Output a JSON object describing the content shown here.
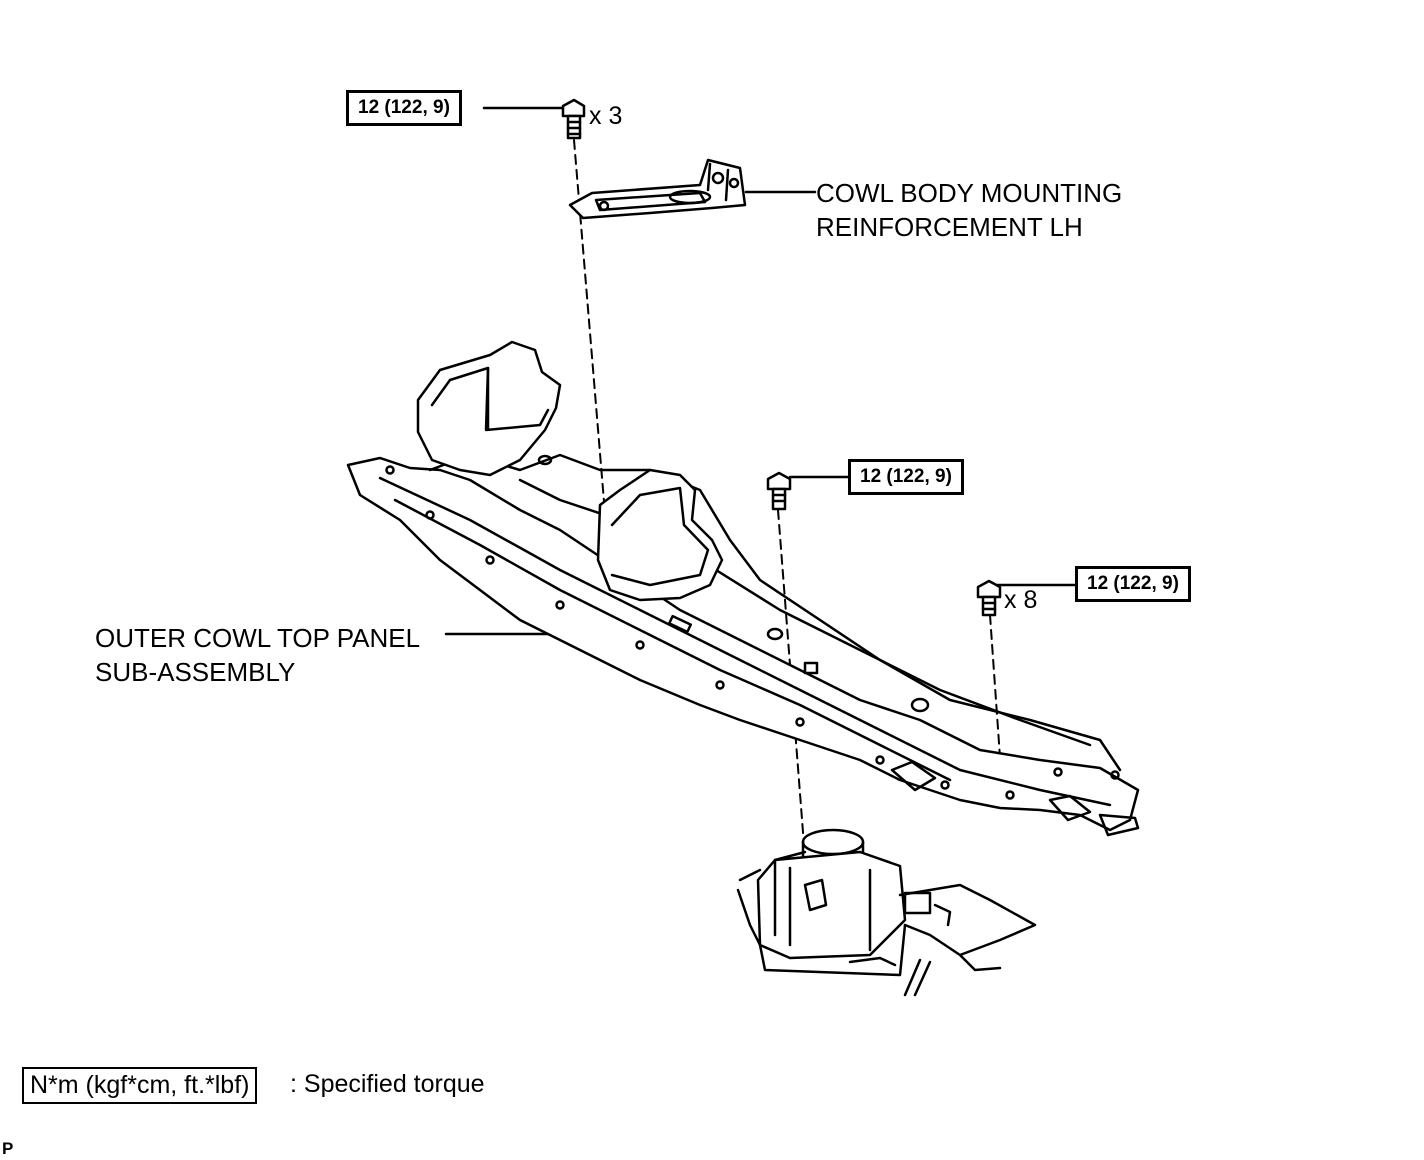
{
  "torque_callouts": [
    {
      "spec": "12 (122, 9)",
      "quantity": "x 3"
    },
    {
      "spec": "12 (122, 9)",
      "quantity": ""
    },
    {
      "spec": "12 (122, 9)",
      "quantity": "x 8"
    }
  ],
  "part_labels": {
    "reinforcement": {
      "line1": "COWL BODY MOUNTING",
      "line2": "REINFORCEMENT LH"
    },
    "cowl_panel": {
      "line1": "OUTER COWL TOP PANEL",
      "line2": "SUB-ASSEMBLY"
    }
  },
  "legend": {
    "unit_box": "N*m (kgf*cm, ft.*lbf)",
    "description": ": Specified torque"
  },
  "corner_mark": "P"
}
